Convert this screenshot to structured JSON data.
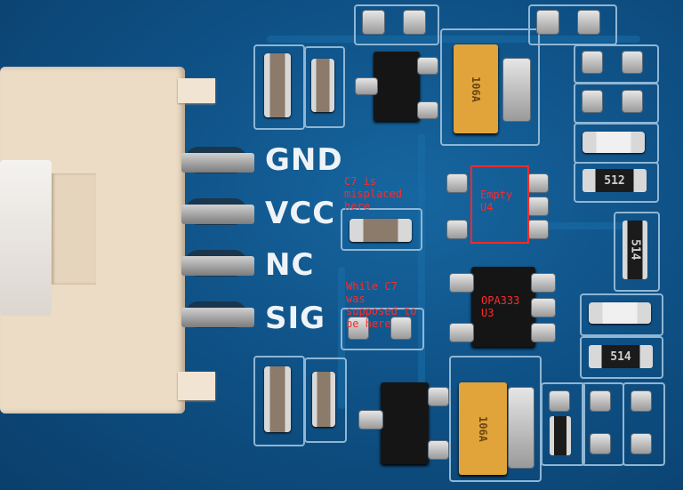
{
  "image": {
    "subject": "blue printed circuit board close-up with white connector and annotations"
  },
  "silkscreen": {
    "gnd": "GND",
    "vcc": "VCC",
    "nc": "NC",
    "sig": "SIG",
    "res_mark_1": "512",
    "res_mark_2": "514",
    "res_mark_3": "514",
    "tant_mark_1": "106A",
    "tant_mark_2": "106A"
  },
  "annotations": {
    "c7_misplaced": "C7 is\nmisplaced\nhere",
    "empty_u4": "Empty\nU4",
    "c7_supposed": "While C7\nwas\nsupposed to\nbe here",
    "opa333_u3": "OPA333\nU3"
  },
  "colors": {
    "board": "#0f5287",
    "annotation": "#ff2a2a",
    "connector": "#ecdcc6"
  }
}
